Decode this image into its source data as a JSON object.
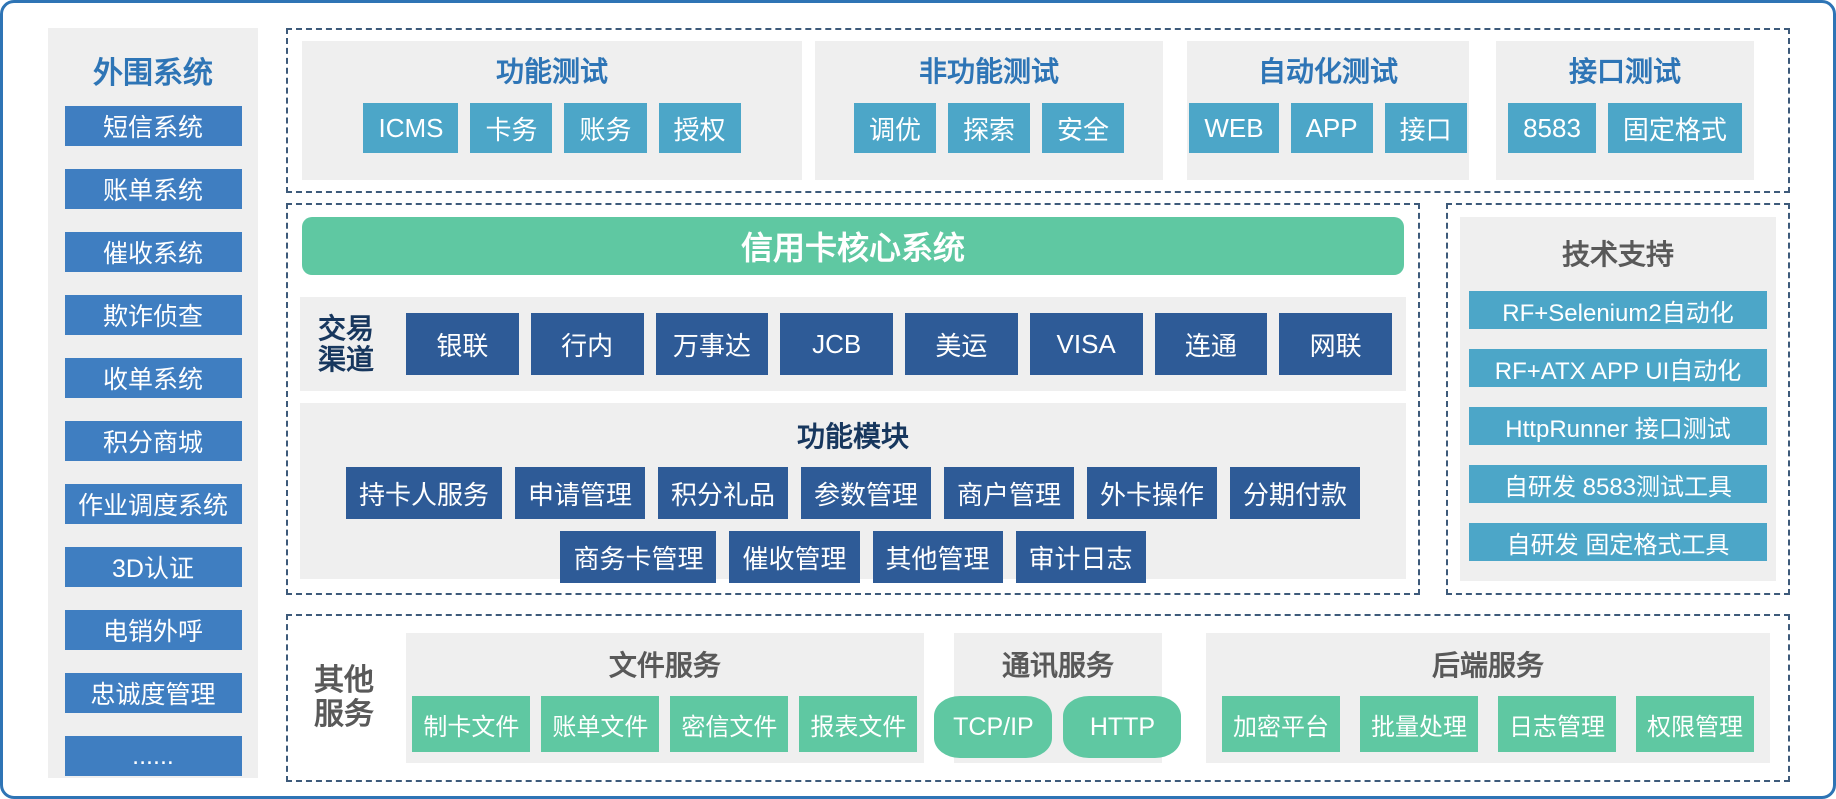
{
  "colors": {
    "outer_border": "#2E74B5",
    "dashed_border": "#3D5A7A",
    "panel_gray": "#EFEFEF",
    "sidebar_blue": "#3F7EC1",
    "title_blue": "#2E75B6",
    "teal": "#4CA6C8",
    "navy": "#2E5B97",
    "navy_text": "#17375E",
    "green": "#5FC8A2",
    "gray_title": "#595959"
  },
  "sidebar": {
    "title": "外围系统",
    "items": [
      "短信系统",
      "账单系统",
      "催收系统",
      "欺诈侦查",
      "收单系统",
      "积分商城",
      "作业调度系统",
      "3D认证",
      "电销外呼",
      "忠诚度管理",
      "......"
    ]
  },
  "test_groups": [
    {
      "title": "功能测试",
      "items": [
        "ICMS",
        "卡务",
        "账务",
        "授权"
      ]
    },
    {
      "title": "非功能测试",
      "items": [
        "调优",
        "探索",
        "安全"
      ]
    },
    {
      "title": "自动化测试",
      "items": [
        "WEB",
        "APP",
        "接口"
      ]
    },
    {
      "title": "接口测试",
      "items": [
        "8583",
        "固定格式"
      ]
    }
  ],
  "core": {
    "header": "信用卡核心系统",
    "channels": {
      "label": "交易渠道",
      "items": [
        "银联",
        "行内",
        "万事达",
        "JCB",
        "美运",
        "VISA",
        "连通",
        "网联"
      ]
    },
    "modules": {
      "title": "功能模块",
      "row1": [
        "持卡人服务",
        "申请管理",
        "积分礼品",
        "参数管理",
        "商户管理",
        "外卡操作",
        "分期付款"
      ],
      "row2": [
        "商务卡管理",
        "催收管理",
        "其他管理",
        "审计日志"
      ]
    }
  },
  "tech": {
    "title": "技术支持",
    "items": [
      "RF+Selenium2自动化",
      "RF+ATX APP UI自动化",
      "HttpRunner 接口测试",
      "自研发 8583测试工具",
      "自研发 固定格式工具"
    ]
  },
  "other": {
    "label": "其他服务",
    "file": {
      "title": "文件服务",
      "items": [
        "制卡文件",
        "账单文件",
        "密信文件",
        "报表文件"
      ]
    },
    "comm": {
      "title": "通讯服务",
      "items": [
        "TCP/IP",
        "HTTP"
      ]
    },
    "backend": {
      "title": "后端服务",
      "items": [
        "加密平台",
        "批量处理",
        "日志管理",
        "权限管理"
      ]
    }
  }
}
